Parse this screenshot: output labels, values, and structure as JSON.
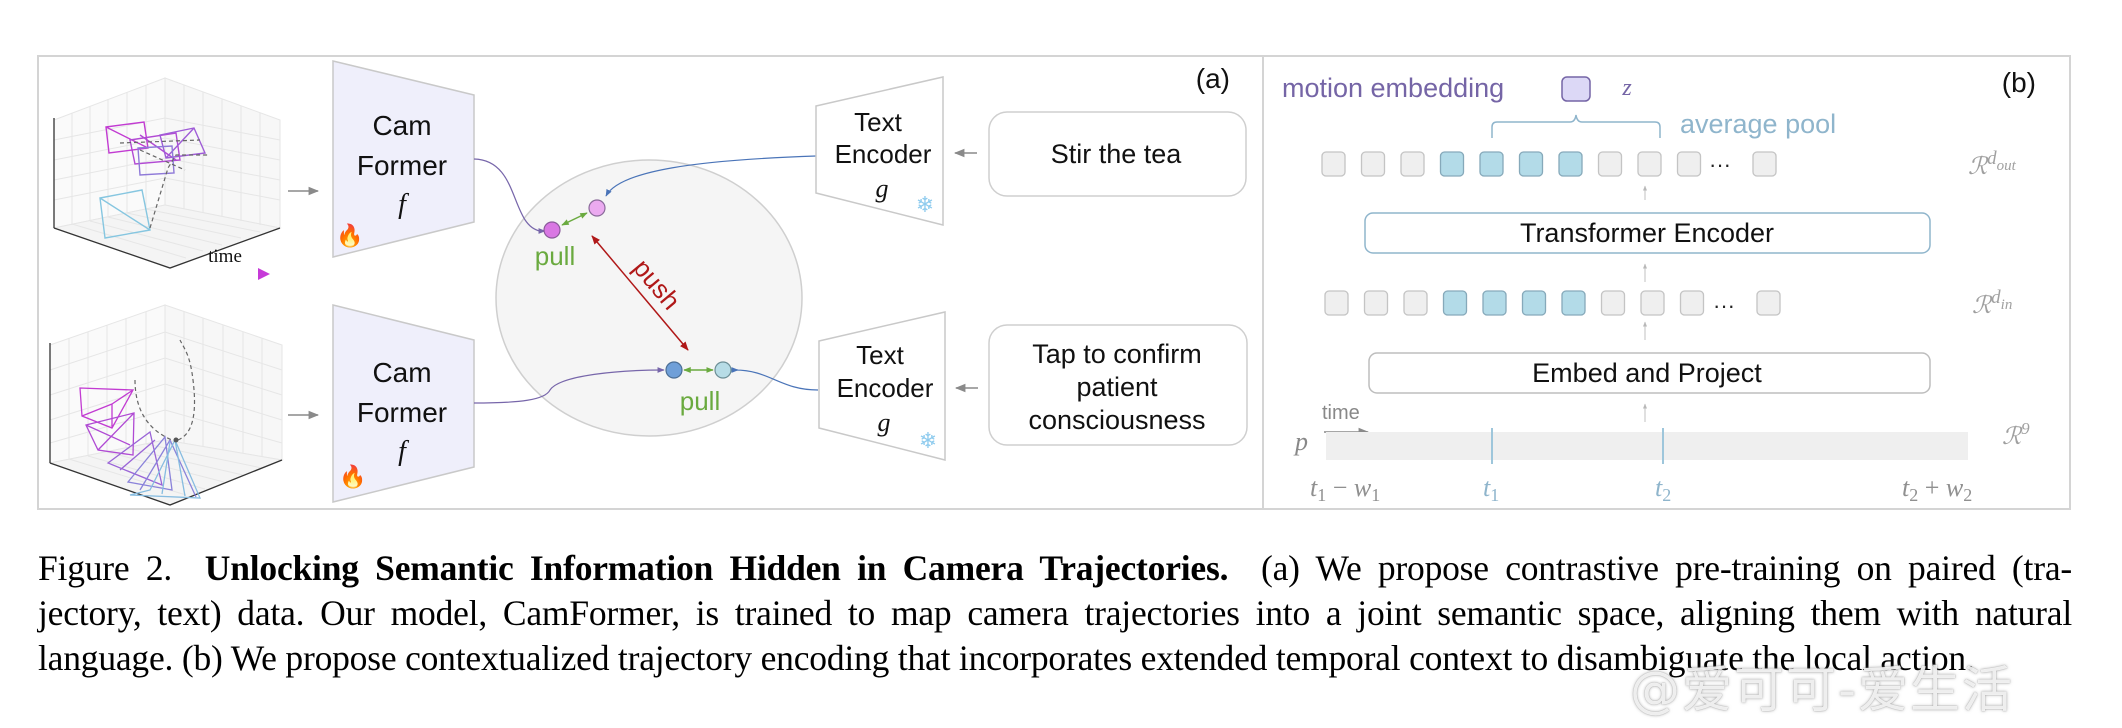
{
  "figure": {
    "panel_a": {
      "label": "(a)",
      "time_label": "time",
      "camformer_top": {
        "line1": "Cam",
        "line2": "Former",
        "symbol": "f",
        "badge_icon": "fire-icon",
        "badge_glyph": "🔥"
      },
      "camformer_bottom": {
        "line1": "Cam",
        "line2": "Former",
        "symbol": "f",
        "badge_icon": "fire-icon",
        "badge_glyph": "🔥"
      },
      "text_encoder_top": {
        "line1": "Text",
        "line2": "Encoder",
        "symbol": "g",
        "badge_icon": "snowflake-icon",
        "badge_glyph": "❄"
      },
      "text_encoder_bottom": {
        "line1": "Text",
        "line2": "Encoder",
        "symbol": "g",
        "badge_icon": "snowflake-icon",
        "badge_glyph": "❄"
      },
      "text_input_top": {
        "lines": [
          "Stir the tea"
        ]
      },
      "text_input_bottom": {
        "lines": [
          "Tap to confirm",
          "patient",
          "consciousness"
        ]
      },
      "embedding_space": {
        "pull_top": "pull",
        "pull_bottom": "pull",
        "push": "push",
        "colors": {
          "pull": "#6aaa3f",
          "push": "#b01818",
          "dot_traj_top": "#d977e3",
          "dot_text_top": "#ebaaf0",
          "dot_traj_bottom": "#6f9fd8",
          "dot_text_bottom": "#b7dce6"
        }
      }
    },
    "panel_b": {
      "label": "(b)",
      "motion_embedding_label": "motion embedding",
      "z_symbol": "z",
      "average_pool_label": "average pool",
      "transformer_label": "Transformer Encoder",
      "embed_label": "Embed and Project",
      "out_space": {
        "base": "ℛ",
        "sup": "d",
        "sub": "out"
      },
      "in_space": {
        "base": "ℛ",
        "sup": "d",
        "sub": "in"
      },
      "input_space": {
        "base": "ℛ",
        "sup": "9"
      },
      "ellipsis": "···",
      "time_label": "time",
      "p_symbol": "p",
      "timeline_labels": {
        "start": {
          "a": "t",
          "a_sub": "1",
          "op": " − ",
          "b": "w",
          "b_sub": "1"
        },
        "t1": {
          "a": "t",
          "a_sub": "1"
        },
        "t2": {
          "a": "t",
          "a_sub": "2"
        },
        "end": {
          "a": "t",
          "a_sub": "2",
          "op": " + ",
          "b": "w",
          "b_sub": "2"
        }
      },
      "token_row_out": {
        "count_before_ellipsis": 10,
        "highlighted": [
          3,
          4,
          5,
          6
        ]
      },
      "token_row_in": {
        "count_before_ellipsis": 10,
        "highlighted": [
          3,
          4,
          5,
          6
        ]
      },
      "colors": {
        "motion": "#7565a6",
        "accent_blue": "#8fb5cc",
        "token_highlight": "#b3dbe8",
        "token_plain": "#efefef",
        "z_box": "#dcd8f6"
      }
    }
  },
  "caption": {
    "prefix": "Figure 2.",
    "title": "Unlocking Semantic Information Hidden in Camera Trajectories.",
    "line1_rest": "(a) We propose contrastive pre-training on paired (tra-",
    "line2": "jectory, text) data. Our model, CamFormer, is trained to map camera trajectories into a joint semantic space, aligning them with natural",
    "line3": "language. (b) We propose contextualized trajectory encoding that incorporates extended temporal context to disambiguate the local action."
  },
  "watermark": {
    "text": "@爱可可-爱生活"
  }
}
